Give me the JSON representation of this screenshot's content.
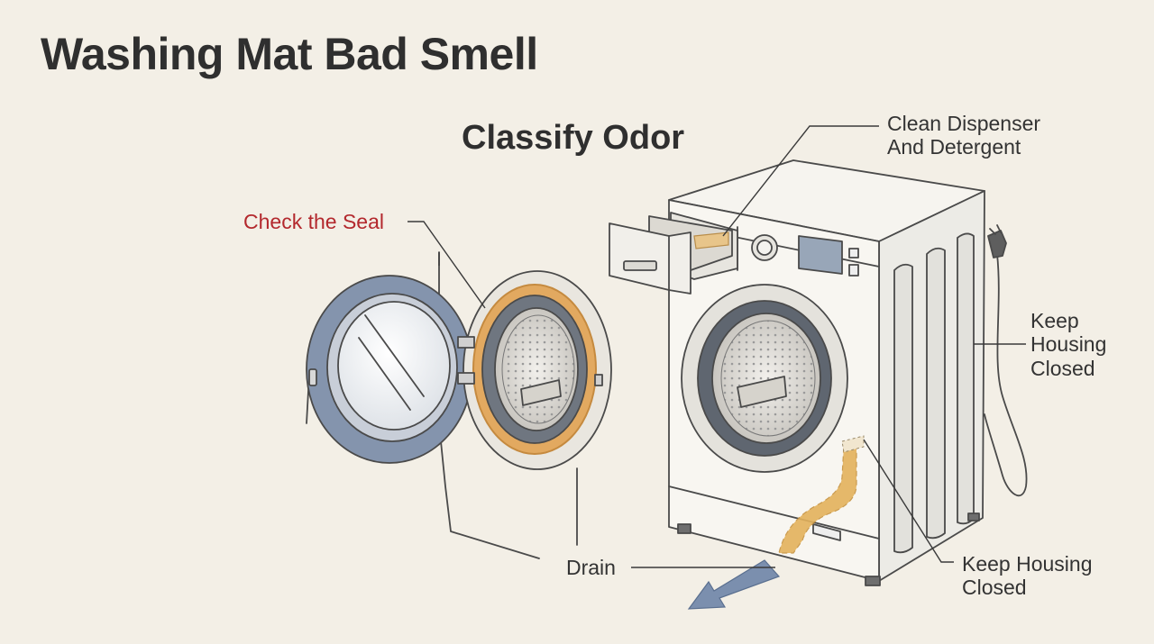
{
  "title": "Washing Mat Bad Smell",
  "subtitle": "Classify Odor",
  "labels": {
    "check_seal": "Check the Seal",
    "dispenser": "Clean Dispenser\nAnd Detergent",
    "housing_side": "Keep\nHousing\nClosed",
    "drain": "Drain",
    "housing_bottom": "Keep Housing\nClosed"
  },
  "colors": {
    "background": "#f3efe6",
    "seal_label": "#b3282d",
    "seal_highlight": "#e2a960",
    "drain_path": "#e3b25c",
    "door_ring": "#7f8ea6",
    "drain_arrow": "#7b8fae"
  }
}
